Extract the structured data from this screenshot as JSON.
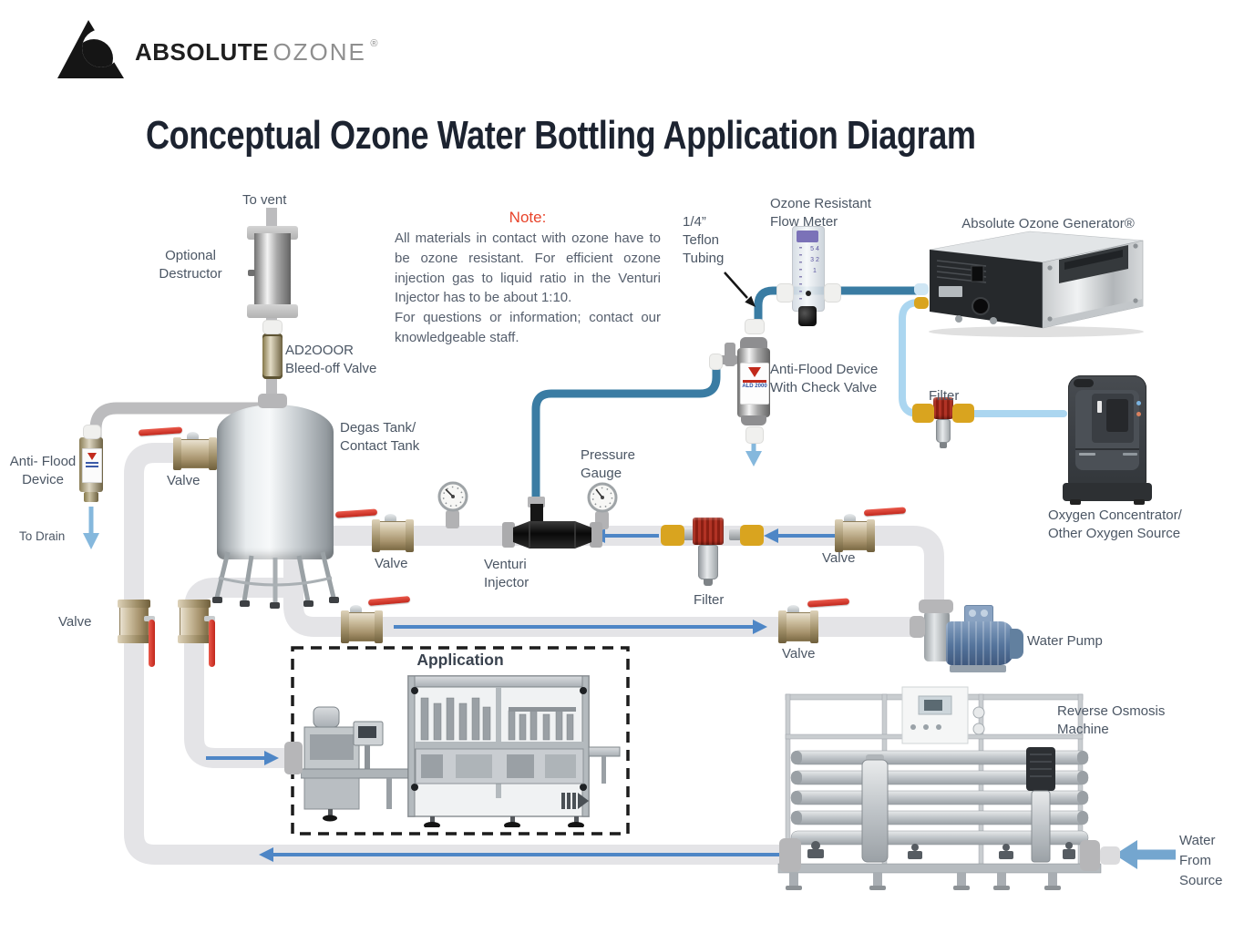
{
  "colors": {
    "ozone_line": "#3a7ca3",
    "oxygen_line": "#abd6f0",
    "water_pipe": "#e4e4e7",
    "gas_pipe": "#bcbcbe",
    "flow_arrow": "#4e86c6",
    "valve_handle_red": "#d6362b",
    "gold_fitting": "#d9a41f",
    "note_accent": "#e8432a",
    "label_text": "#4b5664"
  },
  "logo": {
    "brand_primary": "ABSOLUTE",
    "brand_secondary": "OZONE",
    "registered_mark": "®"
  },
  "title": "Conceptual Ozone Water Bottling Application Diagram",
  "note": {
    "heading": "Note:",
    "body": "All materials in contact with ozone have to be ozone resistant. For efficient ozone injection gas to liquid ratio in the Venturi Injector has to be about 1:10.\nFor questions or information; contact our knowledgeable staff."
  },
  "labels": {
    "to_vent": "To vent",
    "optional_destructor": "Optional\nDestructor",
    "bleed_valve": "AD2OOOR\nBleed-off Valve",
    "teflon_tubing": "1/4”\nTeflon\nTubing",
    "flow_meter": "Ozone Resistant\nFlow Meter",
    "ozone_generator": "Absolute Ozone Generator®",
    "anti_flood_check": "Anti-Flood Device\nWith Check Valve",
    "filter_oxygen": "Filter",
    "oxygen_source": "Oxygen  Concentrator/\nOther Oxygen Source",
    "degas_tank": "Degas Tank/\nContact Tank",
    "anti_flood_left": "Anti- Flood\nDevice",
    "to_drain": "To Drain",
    "valve_tank_inlet": "Valve",
    "pressure_gauge": "Pressure\nGauge",
    "valve_recirculation": "Valve",
    "venturi_injector": "Venturi\nInjector",
    "filter_water": "Filter",
    "valve_pump_top": "Valve",
    "valve_pump_bottom": "Valve",
    "valve_left_pair": "Valve",
    "water_pump": "Water Pump",
    "application": "Application",
    "reverse_osmosis": "Reverse Osmosis\nMachine",
    "water_from_source": "Water\nFrom\nSource"
  },
  "devices": {
    "anti_flood_model": "ALD 2000",
    "flow_meter_scale": "5\n4\n3\n2\n1"
  }
}
